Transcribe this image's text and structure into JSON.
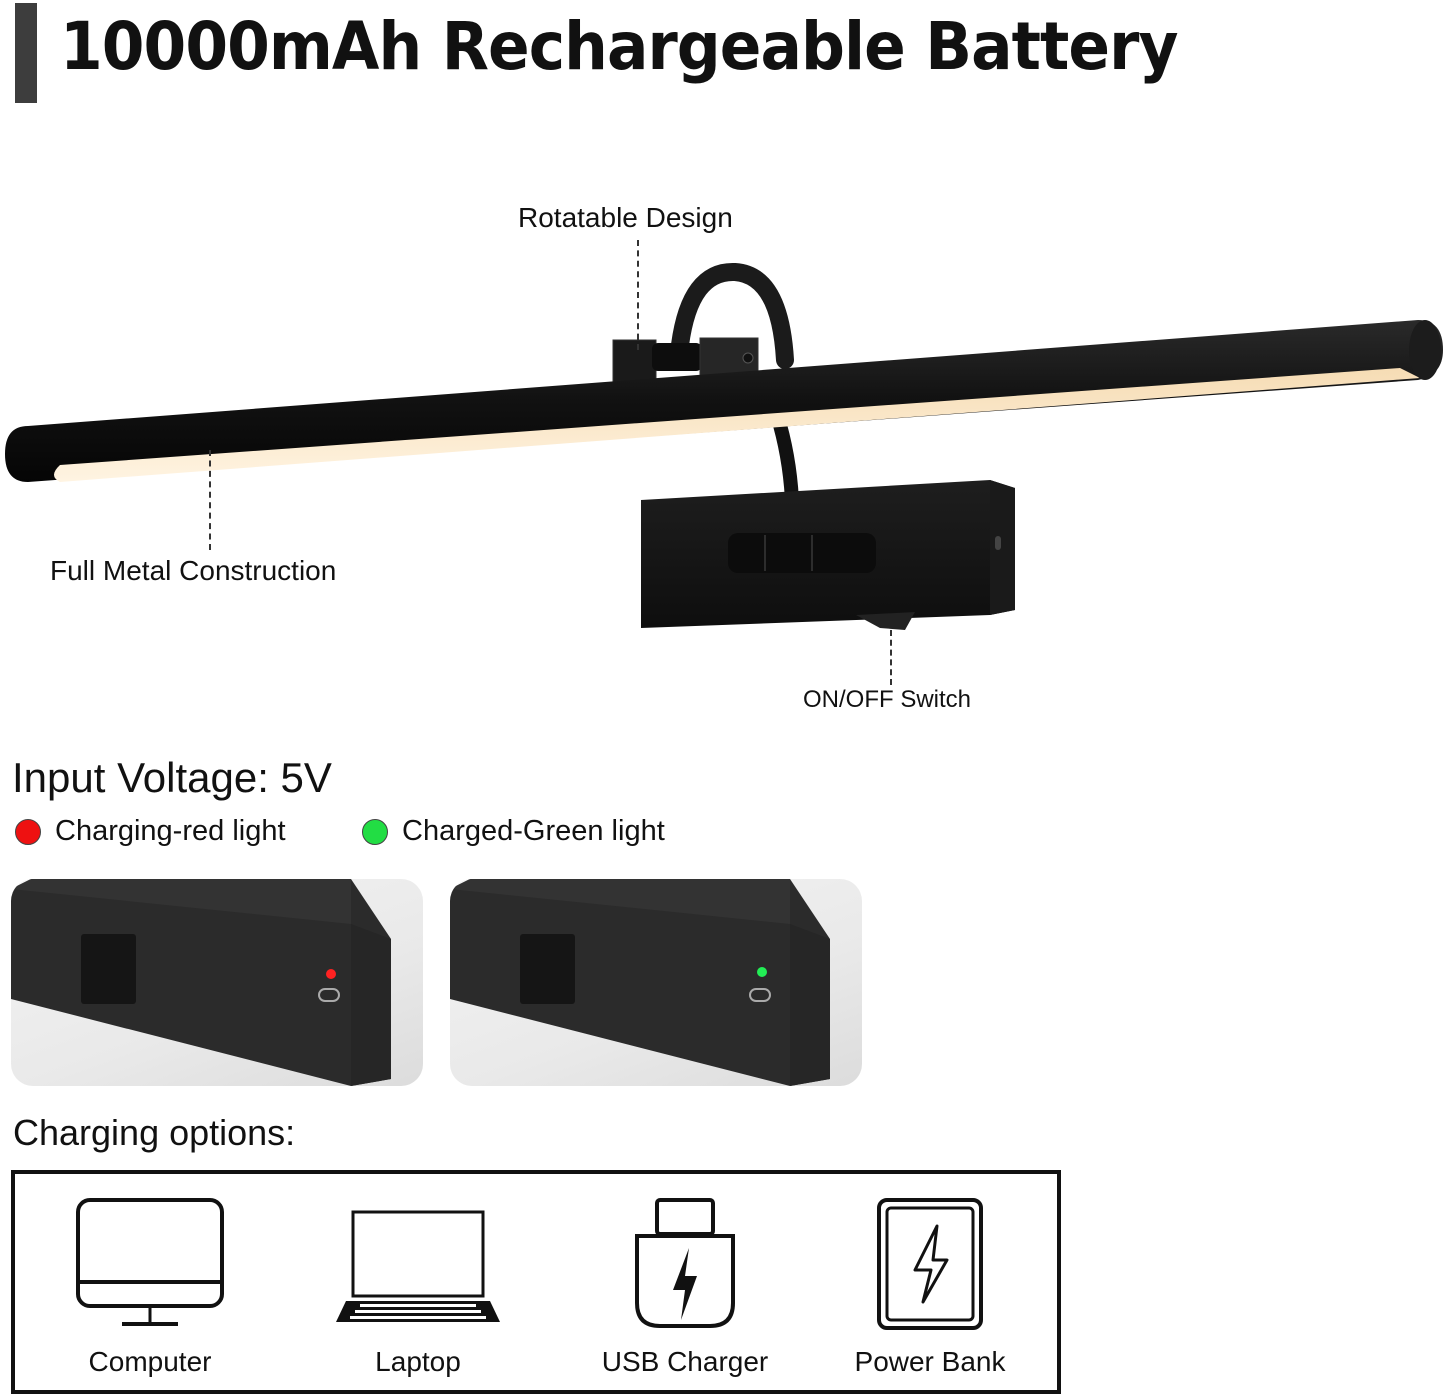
{
  "header": {
    "title": "10000mAh Rechargeable Battery"
  },
  "product_diagram": {
    "callouts": {
      "rotatable": "Rotatable Design",
      "metal": "Full Metal Construction",
      "switch": "ON/OFF Switch"
    }
  },
  "charging_info": {
    "voltage_label": "Input Voltage: 5V",
    "indicators": [
      {
        "label": "Charging-red light",
        "color": "#ee1111"
      },
      {
        "label": "Charged-Green light",
        "color": "#22dd44"
      }
    ]
  },
  "charging_options": {
    "heading": "Charging options:",
    "items": [
      {
        "label": "Computer",
        "icon": "desktop-computer-icon"
      },
      {
        "label": "Laptop",
        "icon": "laptop-icon"
      },
      {
        "label": "USB Charger",
        "icon": "usb-charger-icon"
      },
      {
        "label": "Power Bank",
        "icon": "power-bank-icon"
      }
    ]
  }
}
